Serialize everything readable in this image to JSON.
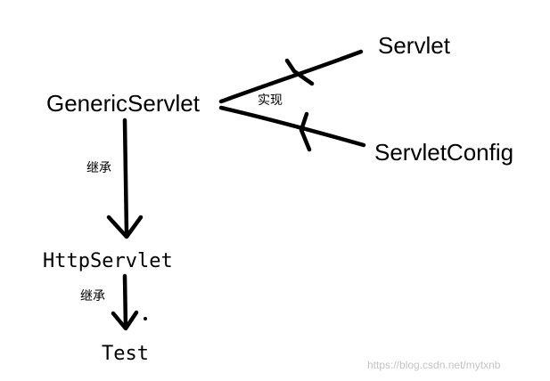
{
  "nodes": {
    "servlet": "Servlet",
    "generic_servlet": "GenericServlet",
    "servlet_config": "ServletConfig",
    "http_servlet": "HttpServlet",
    "test": "Test"
  },
  "edges": {
    "implements_label": "实现",
    "extends_label_1": "继承",
    "extends_label_2": "继承"
  },
  "watermark": "https://blog.csdn.net/mytxnb",
  "colors": {
    "ink": "#000000",
    "background": "#ffffff",
    "watermark": "#c4c4c4"
  }
}
